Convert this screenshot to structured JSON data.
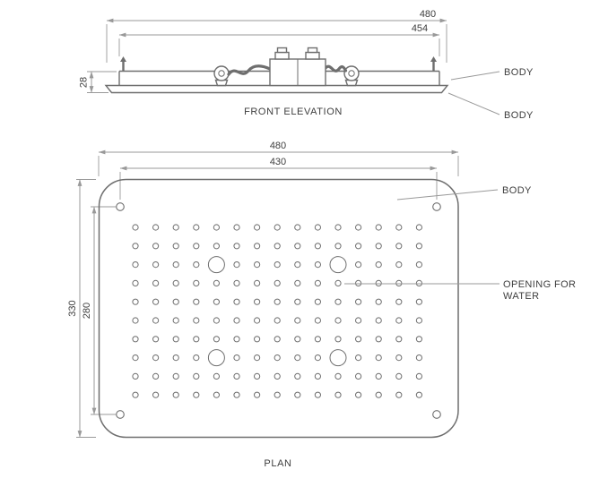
{
  "front_elevation": {
    "title": "FRONT ELEVATION",
    "dims": {
      "outer_width": "480",
      "inner_width": "454",
      "height": "28"
    },
    "callouts": {
      "body_top": "BODY",
      "body_bottom": "BODY"
    }
  },
  "plan": {
    "title": "PLAN",
    "dims": {
      "outer_width": "480",
      "inner_width": "430",
      "outer_height": "330",
      "inner_height": "280"
    },
    "callouts": {
      "body": "BODY",
      "opening_line1": "OPENING FOR",
      "opening_line2": "WATER"
    },
    "nozzles": {
      "cols": 15,
      "rows": 10,
      "large_positions": [
        [
          4,
          2
        ],
        [
          10,
          2
        ],
        [
          4,
          7
        ],
        [
          10,
          7
        ]
      ],
      "corner_screws": 4
    }
  },
  "colors": {
    "line": "#6e6e6e",
    "dim_line": "#999999",
    "text": "#3e3e3e",
    "background": "#ffffff"
  }
}
